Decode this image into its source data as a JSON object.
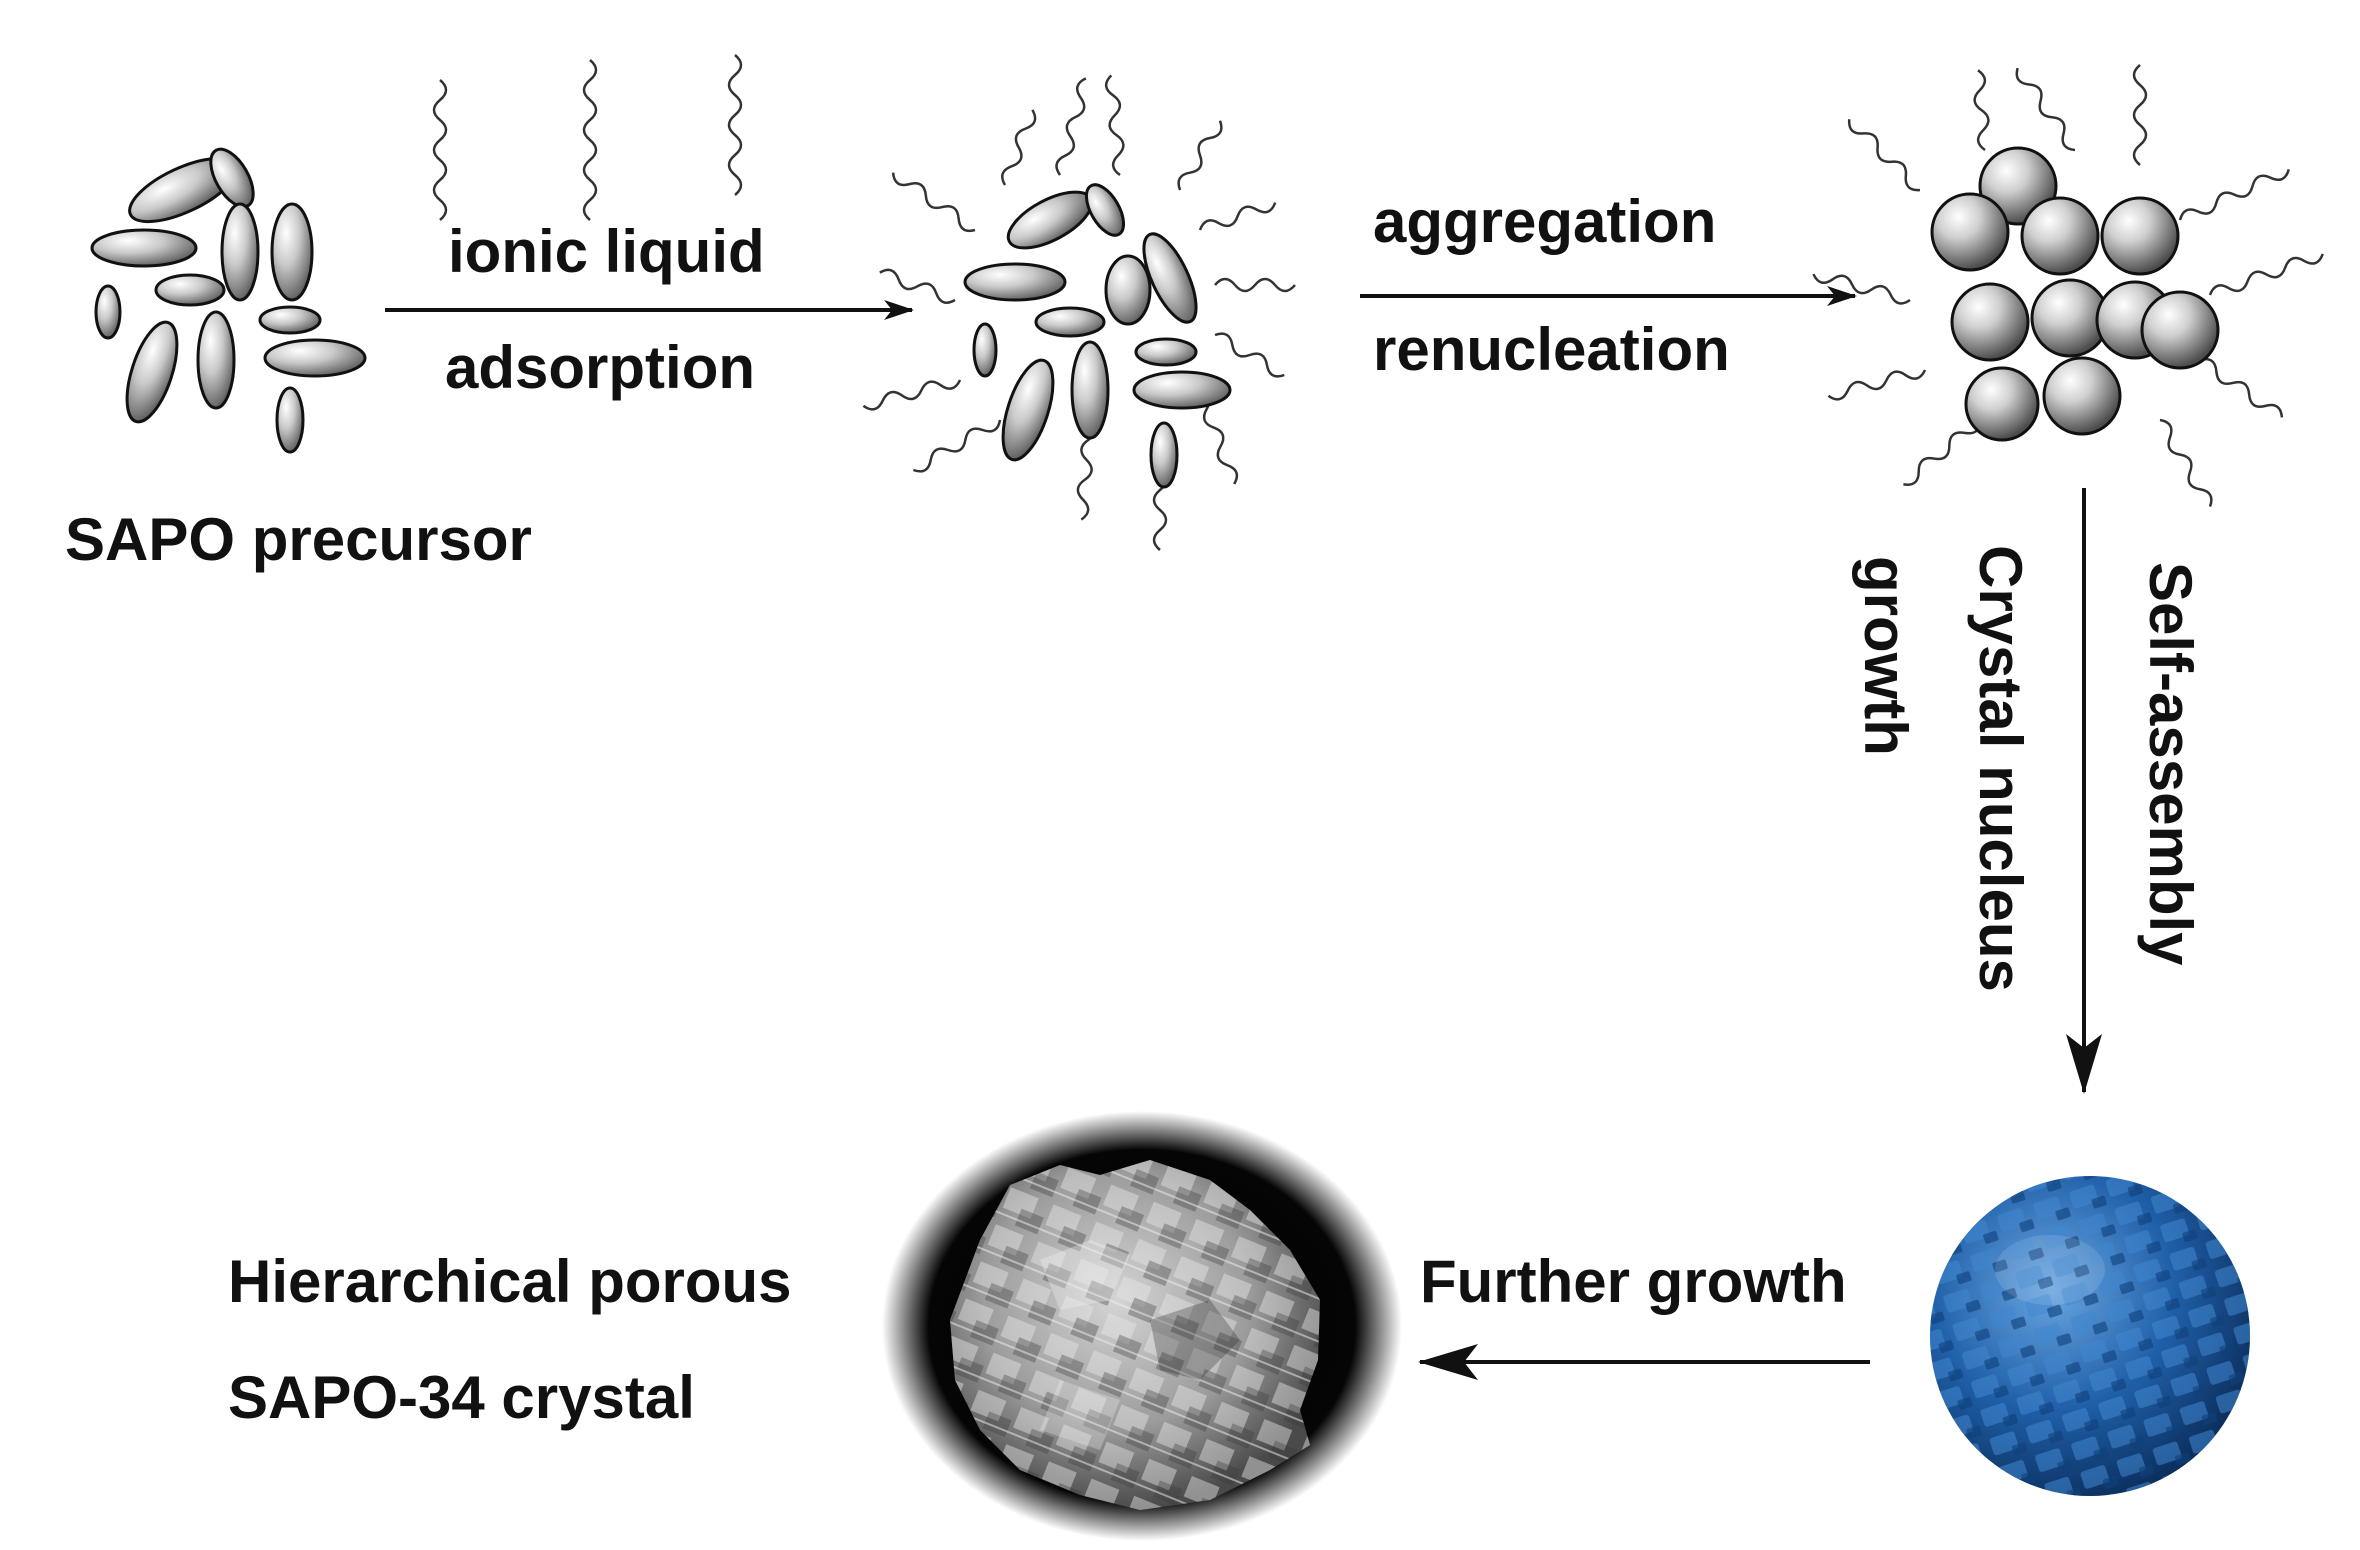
{
  "labels": {
    "sapo_precursor": "SAPO precursor",
    "ionic_liquid": "ionic liquid",
    "adsorption": "adsorption",
    "aggregation": "aggregation",
    "renucleation": "renucleation",
    "self_assembly": "Self-assembly",
    "crystal_nucleus": "Crystal nucleus",
    "growth": "growth",
    "further_growth": "Further growth",
    "hierarchical_porous": "Hierarchical porous",
    "sapo34_crystal": "SAPO-34 crystal"
  },
  "colors": {
    "arrow": "#111111",
    "ellipse_fill": "#bdbdbd",
    "sphere_fill": "#a8a8a8",
    "blue_sphere": "#1f5fa8",
    "sem_background": "#050505",
    "sem_crystal": "#9c9c9c"
  },
  "icons": {
    "precursor": "ellipse-cluster-icon",
    "adsorbed": "ellipse-cluster-with-chains-icon",
    "aggregate": "sphere-aggregate-icon",
    "nucleus": "textured-blue-sphere-icon",
    "crystal": "sem-crystal-image-icon"
  }
}
